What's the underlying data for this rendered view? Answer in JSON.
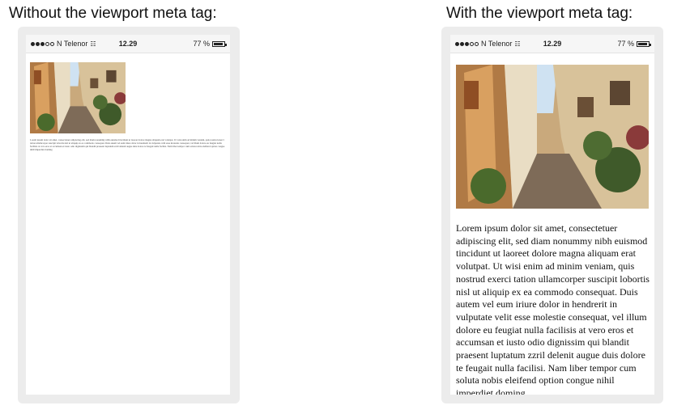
{
  "captions": {
    "left": "Without the viewport meta tag:",
    "right": "With the viewport meta tag:"
  },
  "status_bar": {
    "carrier": "N Telenor",
    "time": "12.29",
    "battery": "77 %",
    "battery_level": 0.77
  },
  "article": {
    "text": "Lorem ipsum dolor sit amet, consectetuer adipiscing elit, sed diam nonummy nibh euismod tincidunt ut laoreet dolore magna aliquam erat volutpat. Ut wisi enim ad minim veniam, quis nostrud exerci tation ullamcorper suscipit lobortis nisl ut aliquip ex ea commodo consequat. Duis autem vel eum iriure dolor in hendrerit in vulputate velit esse molestie consequat, vel illum dolore eu feugiat nulla facilisis at vero eros et accumsan et iusto odio dignissim qui blandit praesent luptatum zzril delenit augue duis dolore te feugait nulla facilisi. Nam liber tempor cum soluta nobis eleifend option congue nihil imperdiet doming"
  },
  "colors": {
    "phone_frame": "#ececec",
    "status_bar_bg": "#f6f6f6"
  }
}
